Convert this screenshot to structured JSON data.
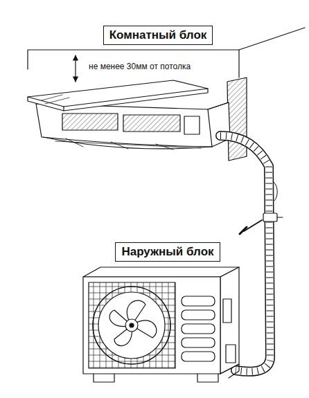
{
  "diagram": {
    "nodes": [
      {
        "text": [
          "Комнатный блок"
        ]
      },
      {
        "text": [
          "Наружный блок"
        ]
      }
    ],
    "labels": [
      "не менее 30мм от потолка"
    ]
  }
}
